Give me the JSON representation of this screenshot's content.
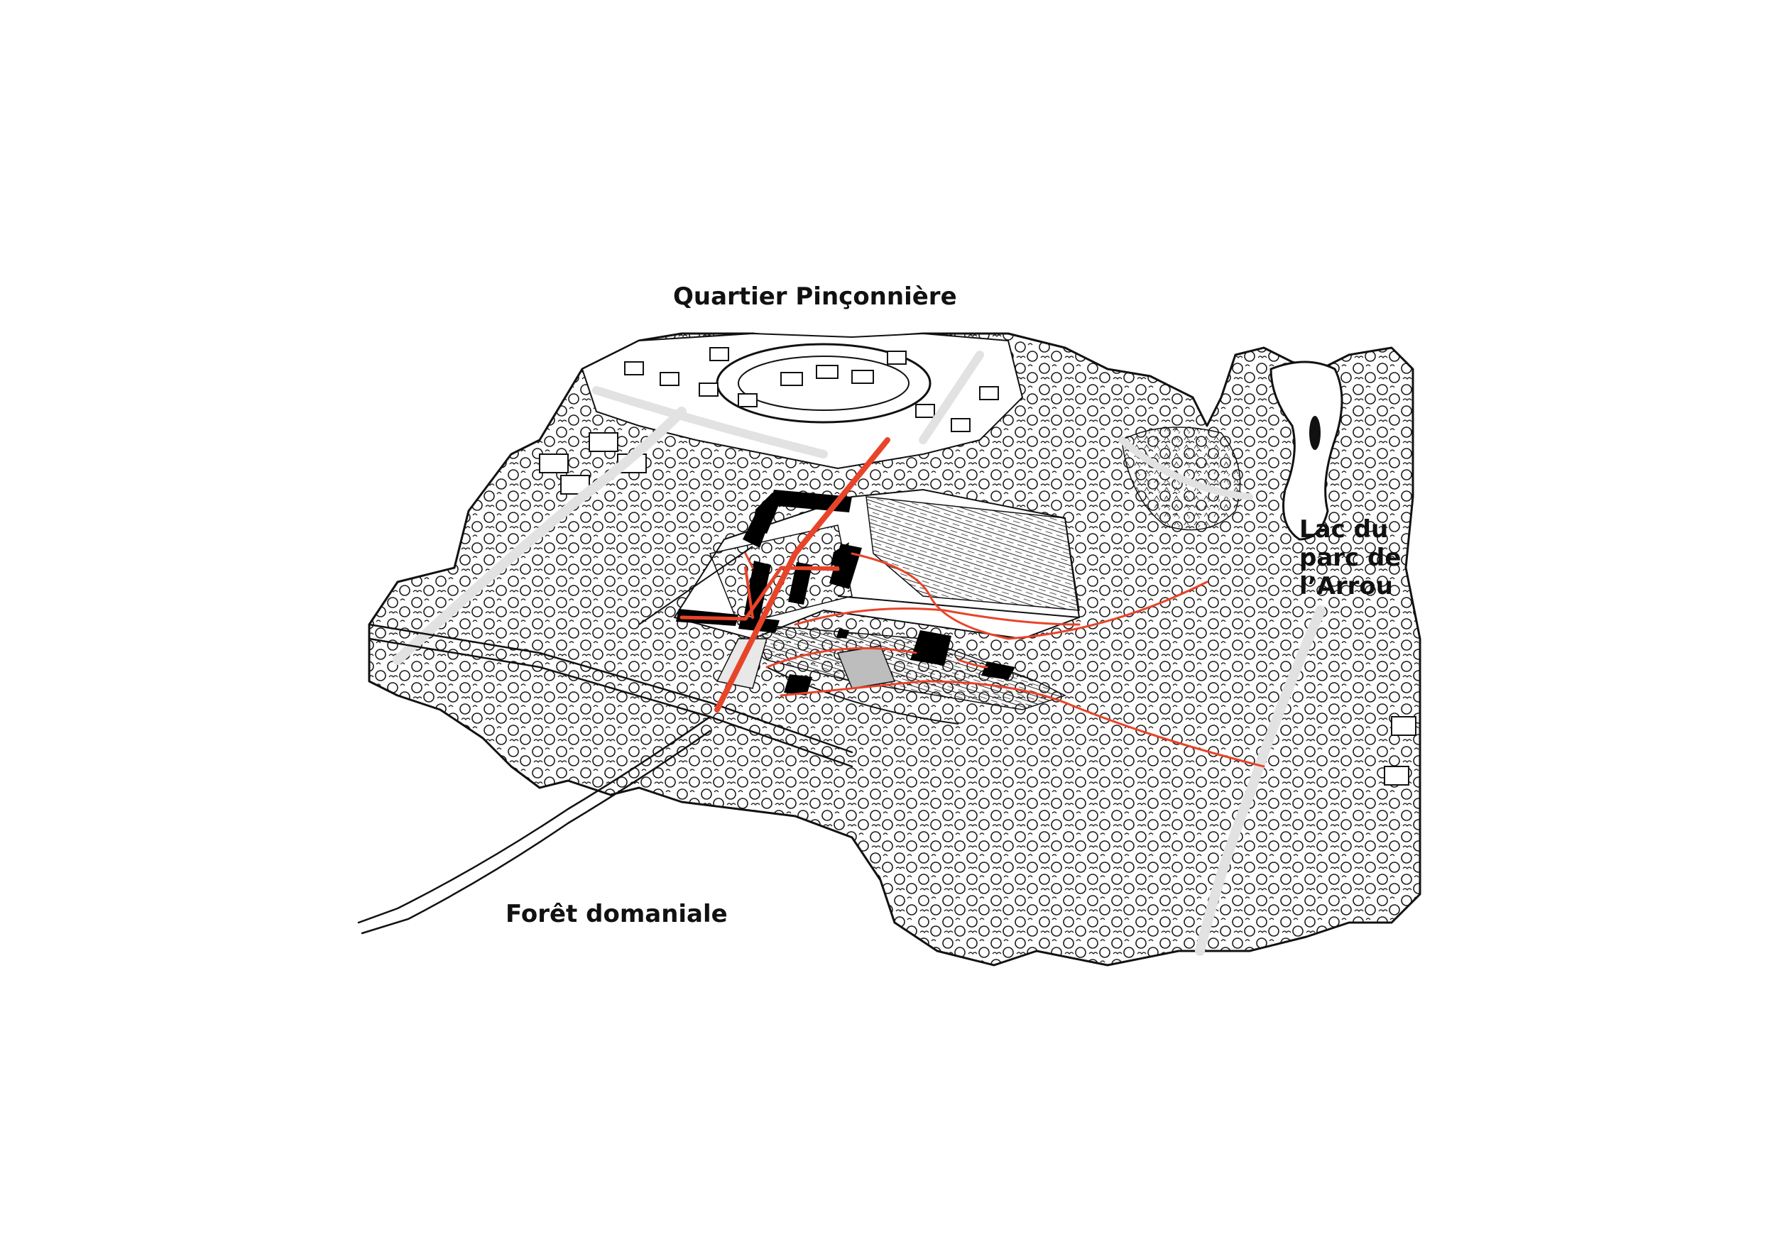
{
  "labels": {
    "north": "Quartier Pinçonnière",
    "south": "Forêt domaniale",
    "east_lines": [
      "Lac du",
      "parc de",
      "l’Arrou"
    ]
  },
  "colors": {
    "background": "#ffffff",
    "ink": "#111111",
    "path_red": "#e8442a",
    "building_black": "#000000",
    "pale_road": "#e6e6e6"
  },
  "icons": {
    "tree": "tree-canopy-icon",
    "house": "house-icon"
  }
}
